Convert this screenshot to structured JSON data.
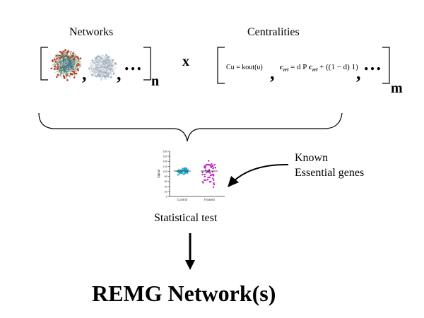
{
  "networks": {
    "heading": "Networks",
    "sep1": ",",
    "sep2": ",",
    "ellipsis": "…",
    "subscript": "n"
  },
  "times_symbol": "x",
  "centralities": {
    "heading": "Centralities",
    "formula1": "Cu = kout(u)",
    "formula2_prefix": "c",
    "formula2_sub": "rri",
    "formula2_mid": "= d P",
    "formula2_mid_var": "c",
    "formula2_mid_sub": "rri",
    "formula2_tail": "+  ((1 − d) 1)",
    "sep1": ",",
    "sep2": ",",
    "ellipsis": "…",
    "subscript": "m"
  },
  "plot": {
    "ylabel": "Signal",
    "yticks": [
      "180",
      "160",
      "140",
      "120",
      "100",
      "80",
      "60",
      "40",
      "20",
      "0"
    ],
    "categories": [
      "Control",
      "Treated"
    ],
    "colors": {
      "control": "#1aa6c9",
      "treated": "#c020c0"
    }
  },
  "known": {
    "line1": "Known",
    "line2": "Essential genes"
  },
  "stat_label": "Statistical test",
  "result_label": "REMG Network(s)",
  "colors": {
    "hairball_red": "#c0392b",
    "hairball_gray": "#8a9aa8",
    "ink": "#000000"
  }
}
